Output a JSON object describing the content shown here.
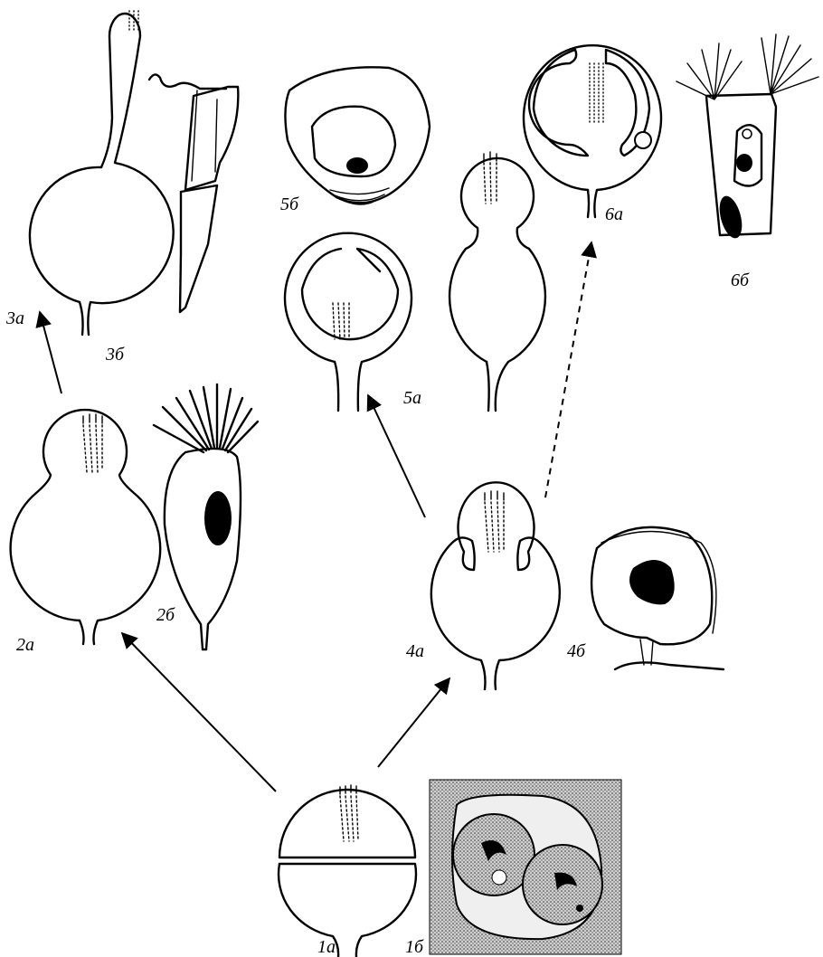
{
  "labels": {
    "1a": "1а",
    "1b": "1б",
    "2a": "2а",
    "2b": "2б",
    "3a": "3а",
    "3b": "3б",
    "4a": "4а",
    "4b": "4б",
    "5a": "5а",
    "5b": "5б",
    "6a": "6а",
    "6b": "6б"
  },
  "arrows": [
    {
      "from": "1a",
      "to": "2a",
      "style": "solid"
    },
    {
      "from": "1a",
      "to": "4a",
      "style": "solid"
    },
    {
      "from": "2a",
      "to": "3a",
      "style": "solid"
    },
    {
      "from": "4a",
      "to": "5a",
      "style": "solid"
    },
    {
      "from": "4a",
      "to": "6a",
      "style": "dashed"
    }
  ],
  "colors": {
    "ink": "#000000",
    "background": "#ffffff",
    "micrograph": "#d9d9d9"
  }
}
